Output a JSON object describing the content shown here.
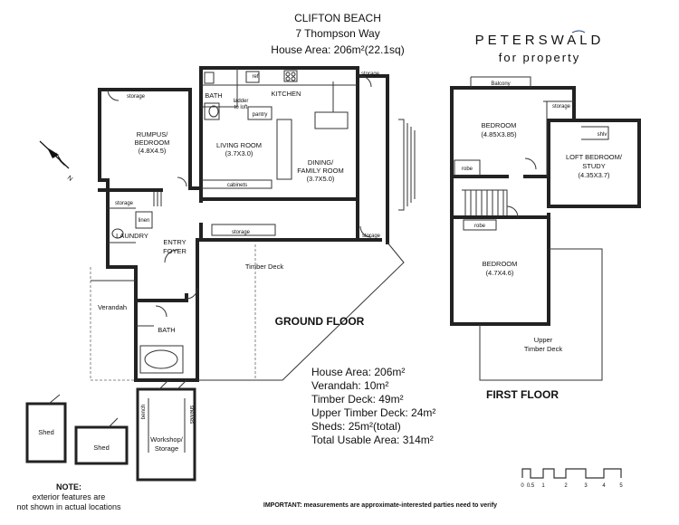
{
  "header": {
    "title": "CLIFTON BEACH",
    "address": "7 Thompson Way",
    "house_area": "House Area: 206m²(22.1sq)"
  },
  "brand": {
    "name": "PETERSWALD",
    "tagline": "for property",
    "color": "#2b4a7a"
  },
  "ground_floor": {
    "label": "GROUND FLOOR",
    "rooms": {
      "storage_top": "storage",
      "bath_top": "BATH",
      "ref": "ref",
      "kitchen": "KITCHEN",
      "storage_kitchen": "storage",
      "ladder_line1": "ladder",
      "ladder_line2": "to loft",
      "pantry": "pantry",
      "rumpus_line1": "RUMPUS/",
      "rumpus_line2": "BEDROOM",
      "rumpus_dims": "(4.8X4.5)",
      "living": "LIVING ROOM",
      "living_dims": "(3.7X3.0)",
      "dining_line1": "DINING/",
      "dining_line2": "FAMILY ROOM",
      "dining_dims": "(3.7X5.0)",
      "cabinets": "cabinets",
      "storage_left": "storage",
      "linen": "linen",
      "laundry": "LAUNDRY",
      "entry_line1": "ENTRY",
      "entry_line2": "FOYER",
      "storage_mid": "storage",
      "storage_right": "storage",
      "timber_deck": "Timber Deck",
      "verandah": "Verandah",
      "bath_bottom": "BATH"
    }
  },
  "first_floor": {
    "label": "FIRST FLOOR",
    "rooms": {
      "balcony": "Balcony",
      "bedroom1": "BEDROOM",
      "bedroom1_dims": "(4.85X3.85)",
      "storage": "storage",
      "shlv": "shlv",
      "loft_line1": "LOFT BEDROOM/",
      "loft_line2": "STUDY",
      "loft_dims": "(4.35X3.7)",
      "robe1": "robe",
      "robe2": "robe",
      "bedroom2": "BEDROOM",
      "bedroom2_dims": "(4.7X4.6)",
      "upper_deck_line1": "Upper",
      "upper_deck_line2": "Timber Deck"
    }
  },
  "outbuildings": {
    "shed1": "Shed",
    "shed2": "Shed",
    "workshop_line1": "Workshop/",
    "workshop_line2": "Storage",
    "bench": "bench",
    "shelves": "shelves"
  },
  "areas": [
    "House Area: 206m²",
    "Verandah: 10m²",
    "Timber Deck: 49m²",
    "Upper Timber Deck: 24m²",
    "Sheds: 25m²(total)",
    "Total Usable Area: 314m²"
  ],
  "note": {
    "title": "NOTE:",
    "line1": "exterior features are",
    "line2": "not shown in actual locations"
  },
  "disclaimer": "IMPORTANT: measurements are approximate-interested parties need to verify",
  "scale": {
    "ticks": [
      "0",
      "0.5",
      "1",
      "2",
      "3",
      "4",
      "5"
    ]
  },
  "compass": {
    "label": "N"
  }
}
